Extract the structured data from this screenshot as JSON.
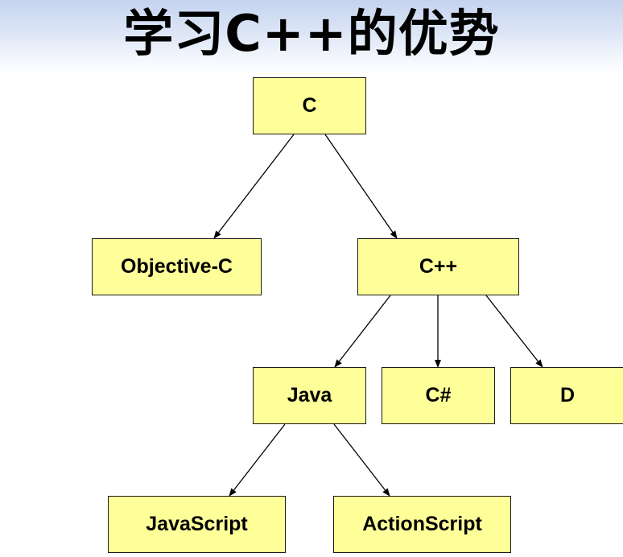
{
  "slide": {
    "title": "学习C++的优势",
    "colors": {
      "node_fill": "#ffff99",
      "node_border": "#1a1a1a",
      "edge": "#000000",
      "title_band": "#c4d3ef"
    }
  },
  "diagram": {
    "nodes": {
      "c": "C",
      "objc": "Objective-C",
      "cpp": "C++",
      "java": "Java",
      "csharp": "C#",
      "d": "D",
      "javascript": "JavaScript",
      "actionscript": "ActionScript"
    },
    "edges": [
      {
        "from": "C",
        "to": "Objective-C"
      },
      {
        "from": "C",
        "to": "C++"
      },
      {
        "from": "C++",
        "to": "Java"
      },
      {
        "from": "C++",
        "to": "C#"
      },
      {
        "from": "C++",
        "to": "D"
      },
      {
        "from": "Java",
        "to": "JavaScript"
      },
      {
        "from": "Java",
        "to": "ActionScript"
      }
    ]
  }
}
